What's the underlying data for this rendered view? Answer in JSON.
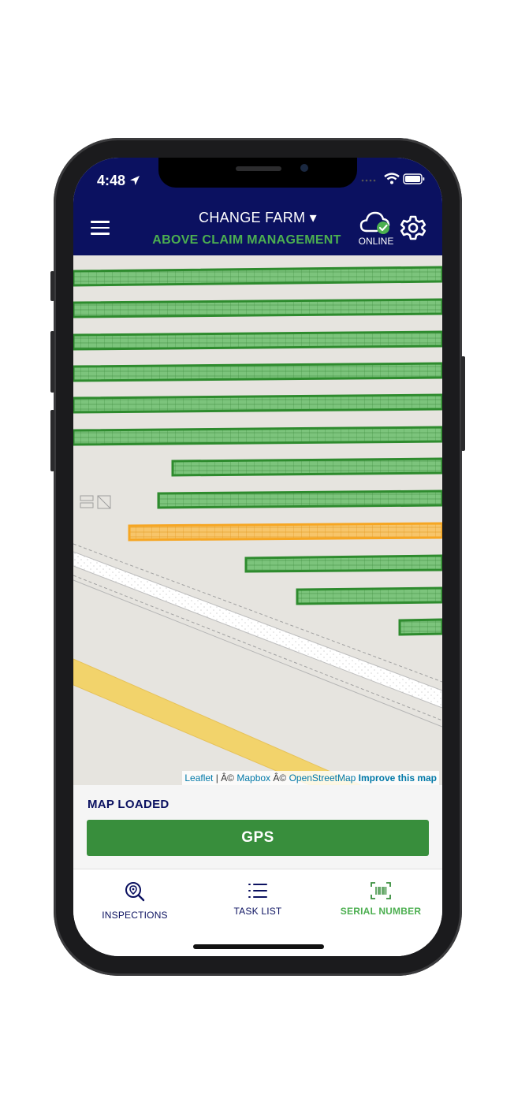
{
  "status_bar": {
    "time": "4:48"
  },
  "header": {
    "farm_selector": "CHANGE FARM ▾",
    "subtitle": "ABOVE CLAIM MANAGEMENT",
    "connection_status": "ONLINE"
  },
  "map": {
    "attribution": {
      "leaflet": "Leaflet",
      "sep1": " | Â© ",
      "mapbox": "Mapbox",
      "sep2": " Â© ",
      "osm": "OpenStreetMap",
      "improve": "Improve this map"
    },
    "colors": {
      "panel_row": "#4fa84f",
      "panel_row_selected": "#f6a623",
      "road": "#f2d36b",
      "background": "#e6e4df"
    }
  },
  "panel": {
    "status": "MAP LOADED",
    "gps_label": "GPS"
  },
  "tabs": [
    {
      "label": "INSPECTIONS",
      "icon": "location-search-icon"
    },
    {
      "label": "TASK LIST",
      "icon": "list-icon"
    },
    {
      "label": "SERIAL NUMBER",
      "icon": "barcode-icon"
    }
  ],
  "theme": {
    "header_bg": "#0b1160",
    "accent_green": "#388e3c",
    "subtitle_green": "#4caf50"
  }
}
